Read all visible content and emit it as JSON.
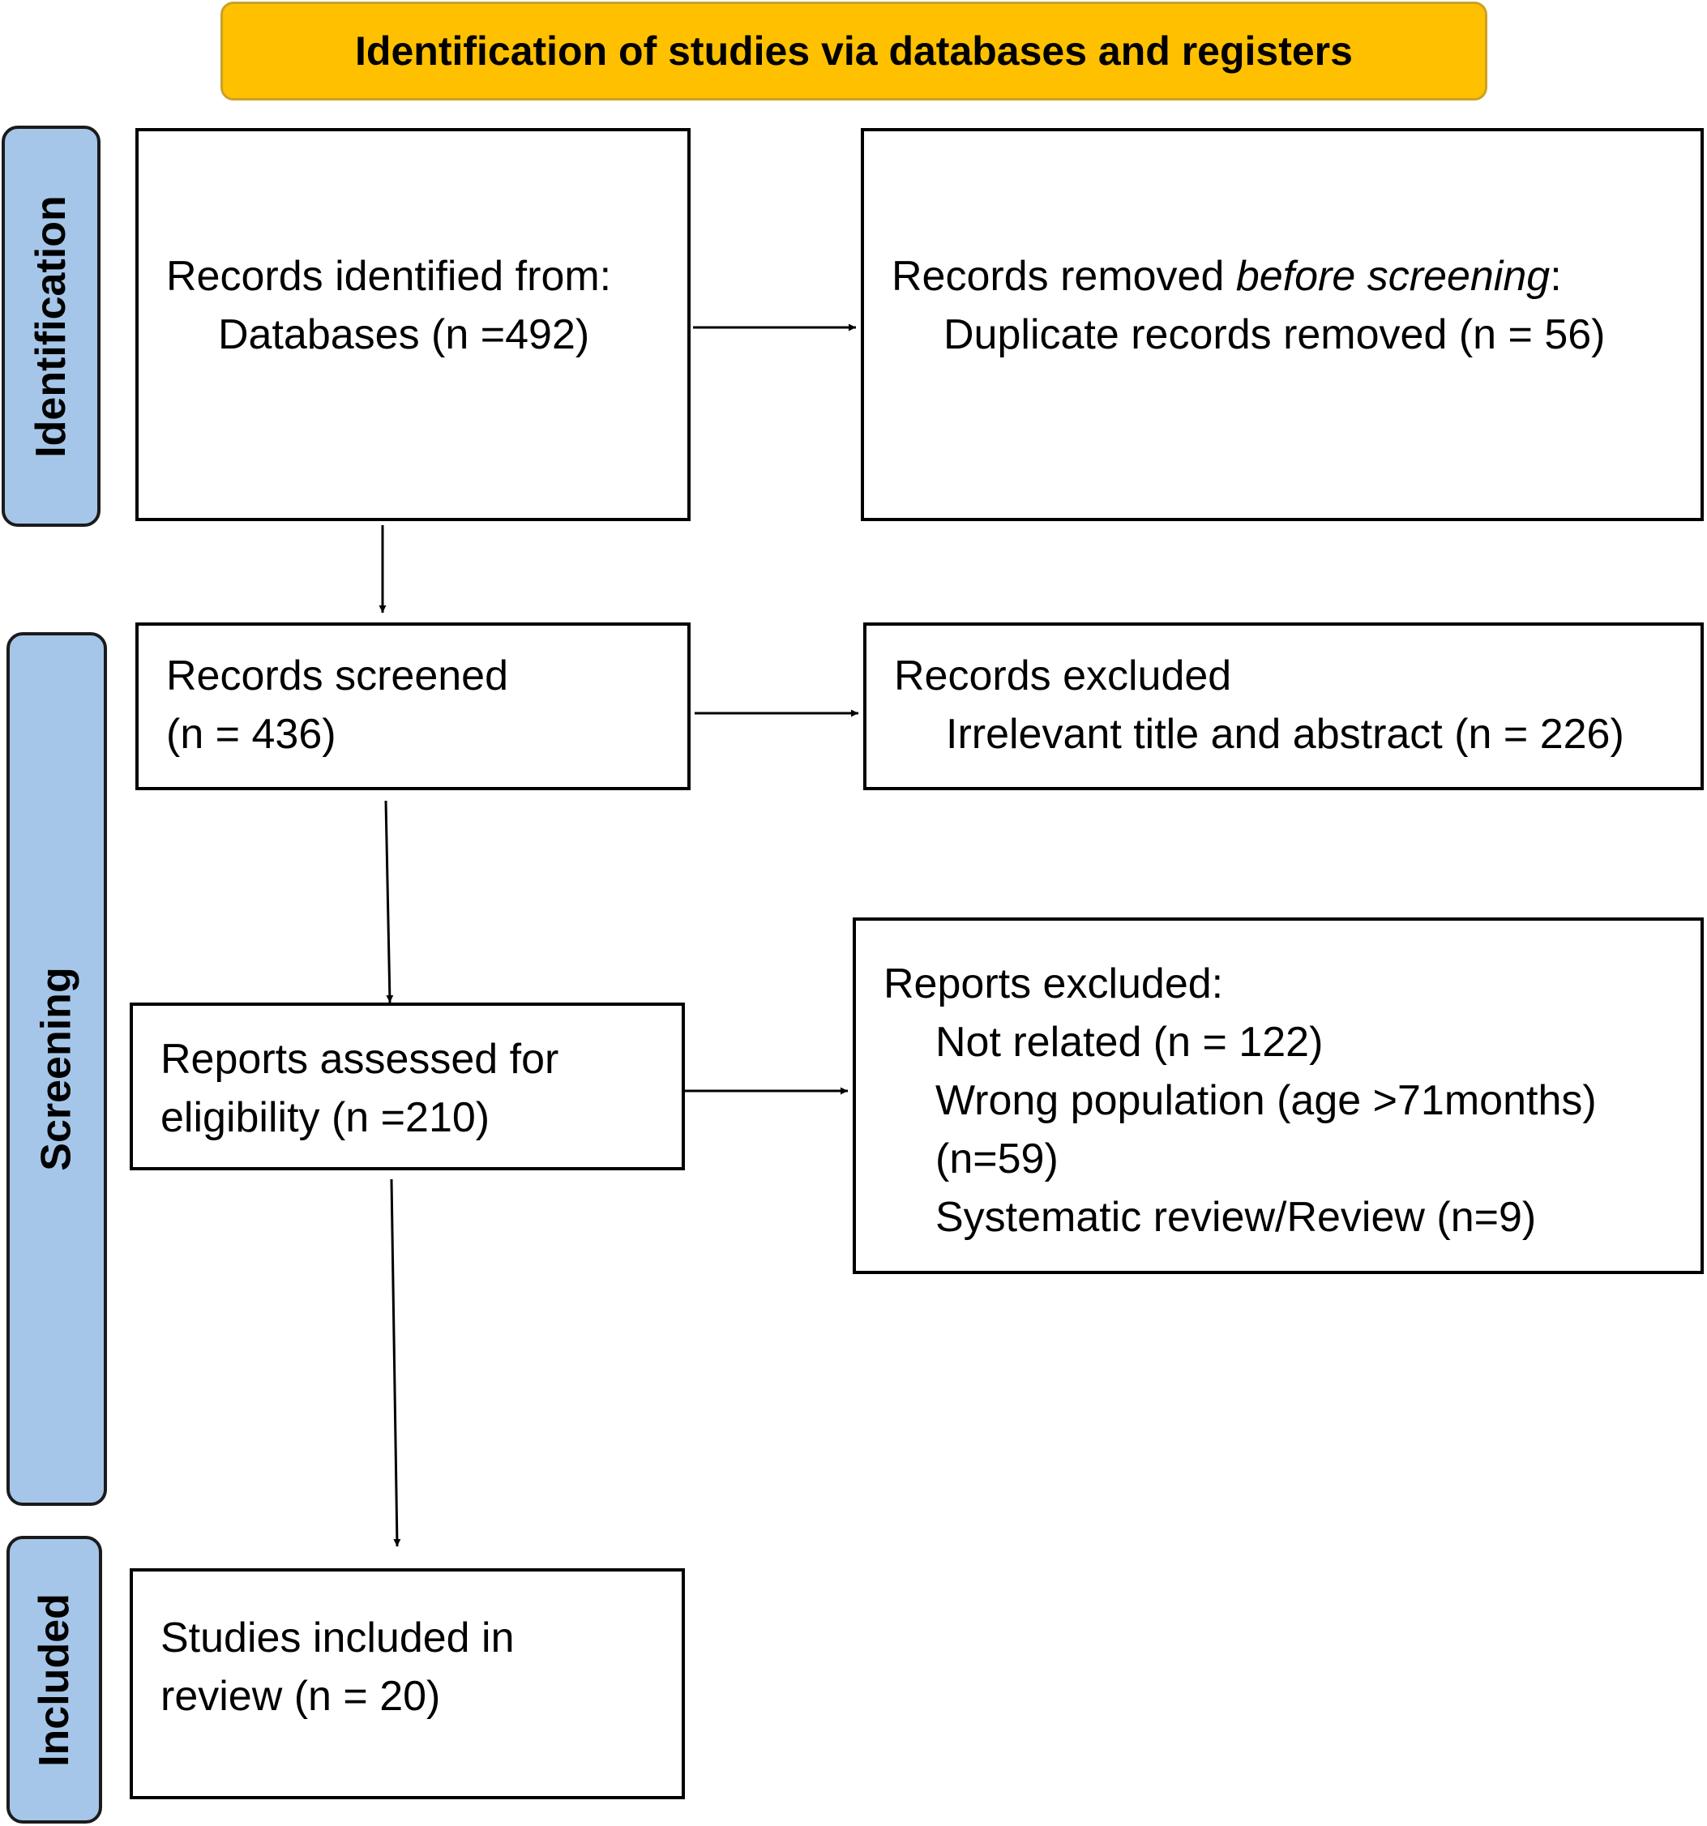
{
  "header": {
    "title": "Identification of studies via databases and registers"
  },
  "phases": {
    "identification": "Identification",
    "screening": "Screening",
    "included": "Included"
  },
  "boxes": {
    "records_identified": {
      "line1": "Records identified from:",
      "line2": "Databases (n =492)"
    },
    "records_removed": {
      "line1_prefix": "Records removed ",
      "line1_italic": "before screening",
      "line1_suffix": ":",
      "line2": "Duplicate records removed (n = 56)"
    },
    "records_screened": {
      "line1": "Records screened",
      "line2": "(n = 436)"
    },
    "records_excluded": {
      "line1": "Records excluded",
      "line2": "Irrelevant title and abstract (n = 226)"
    },
    "reports_assessed": {
      "line1": "Reports assessed for",
      "line2": "eligibility (n =210)"
    },
    "reports_excluded": {
      "line1": "Reports excluded:",
      "line2": "Not related (n = 122)",
      "line3": "Wrong population (age >71months)",
      "line4": "(n=59)",
      "line5": "Systematic review/Review (n=9)"
    },
    "studies_included": {
      "line1": "Studies included in",
      "line2": "review (n = 20)"
    }
  }
}
